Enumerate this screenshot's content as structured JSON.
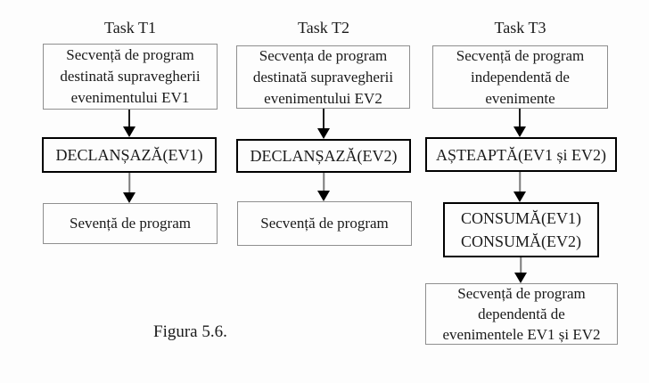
{
  "colors": {
    "background": "#fdfdfd",
    "text": "#1a1a1a",
    "plain_box_border": "#8f8f8f",
    "bold_box_border": "#000000",
    "arrow_head": "#000000"
  },
  "diagram": {
    "caption": "Figura 5.6.",
    "tasks": [
      {
        "title": "Task T1",
        "boxes": [
          {
            "style": "plain",
            "lines": [
              "Secvență de program",
              "destinată supravegherii",
              "evenimentului EV1"
            ]
          },
          {
            "style": "bold",
            "lines": [
              "DECLANȘAZĂ(EV1)"
            ]
          },
          {
            "style": "plain",
            "lines": [
              "Sevență de program"
            ]
          }
        ]
      },
      {
        "title": "Task T2",
        "boxes": [
          {
            "style": "plain",
            "lines": [
              "Secvența de program",
              "destinată supravegherii",
              "evenimentului EV2"
            ]
          },
          {
            "style": "bold",
            "lines": [
              "DECLANȘAZĂ(EV2)"
            ]
          },
          {
            "style": "plain",
            "lines": [
              "Secvență de program"
            ]
          }
        ]
      },
      {
        "title": "Task T3",
        "boxes": [
          {
            "style": "plain",
            "lines": [
              "Secvență de program",
              "independentă de",
              "evenimente"
            ]
          },
          {
            "style": "bold",
            "lines": [
              "AȘTEAPTĂ(EV1 și EV2)"
            ]
          },
          {
            "style": "bold",
            "lines": [
              "CONSUMĂ(EV1)",
              "CONSUMĂ(EV2)"
            ]
          },
          {
            "style": "plain",
            "lines": [
              "Secvență de program",
              "dependentă de",
              "evenimentele EV1 și EV2"
            ]
          }
        ]
      }
    ]
  }
}
